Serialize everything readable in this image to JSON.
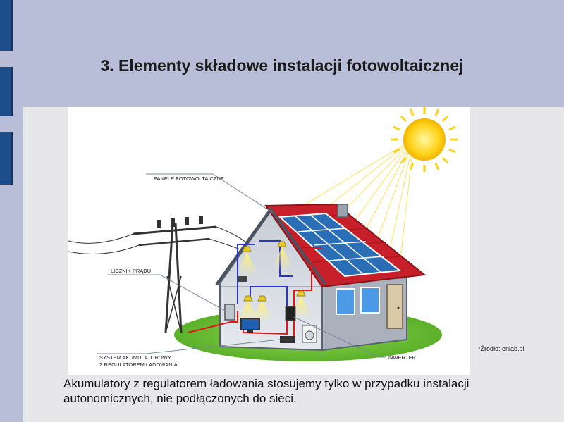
{
  "slide": {
    "title": "3. Elementy składowe instalacji fotowoltaicznej",
    "source_note": "*Źródło: enlab.pl",
    "body_text": "Akumulatory z regulatorem ładowania stosujemy tylko w przypadku instalacji autonomicznych, nie podłączonych do sieci."
  },
  "diagram": {
    "labels": {
      "panels": "PANELE FOTOWOLTAICZNE",
      "meter": "LICZNIK PRĄDU",
      "battery_line1": "SYSTEM AKUMULATOROWY",
      "battery_line2": "Z REGULATOREM ŁADOWANIA",
      "inverter": "INWERTER"
    },
    "colors": {
      "sun": "#ffd21a",
      "roof": "#c8202a",
      "wall": "#d9dde3",
      "panel": "#2a6fb6",
      "grass": "#6cc23a",
      "ac_wire": "#2a36c8",
      "dc_wire": "#e01818"
    }
  }
}
